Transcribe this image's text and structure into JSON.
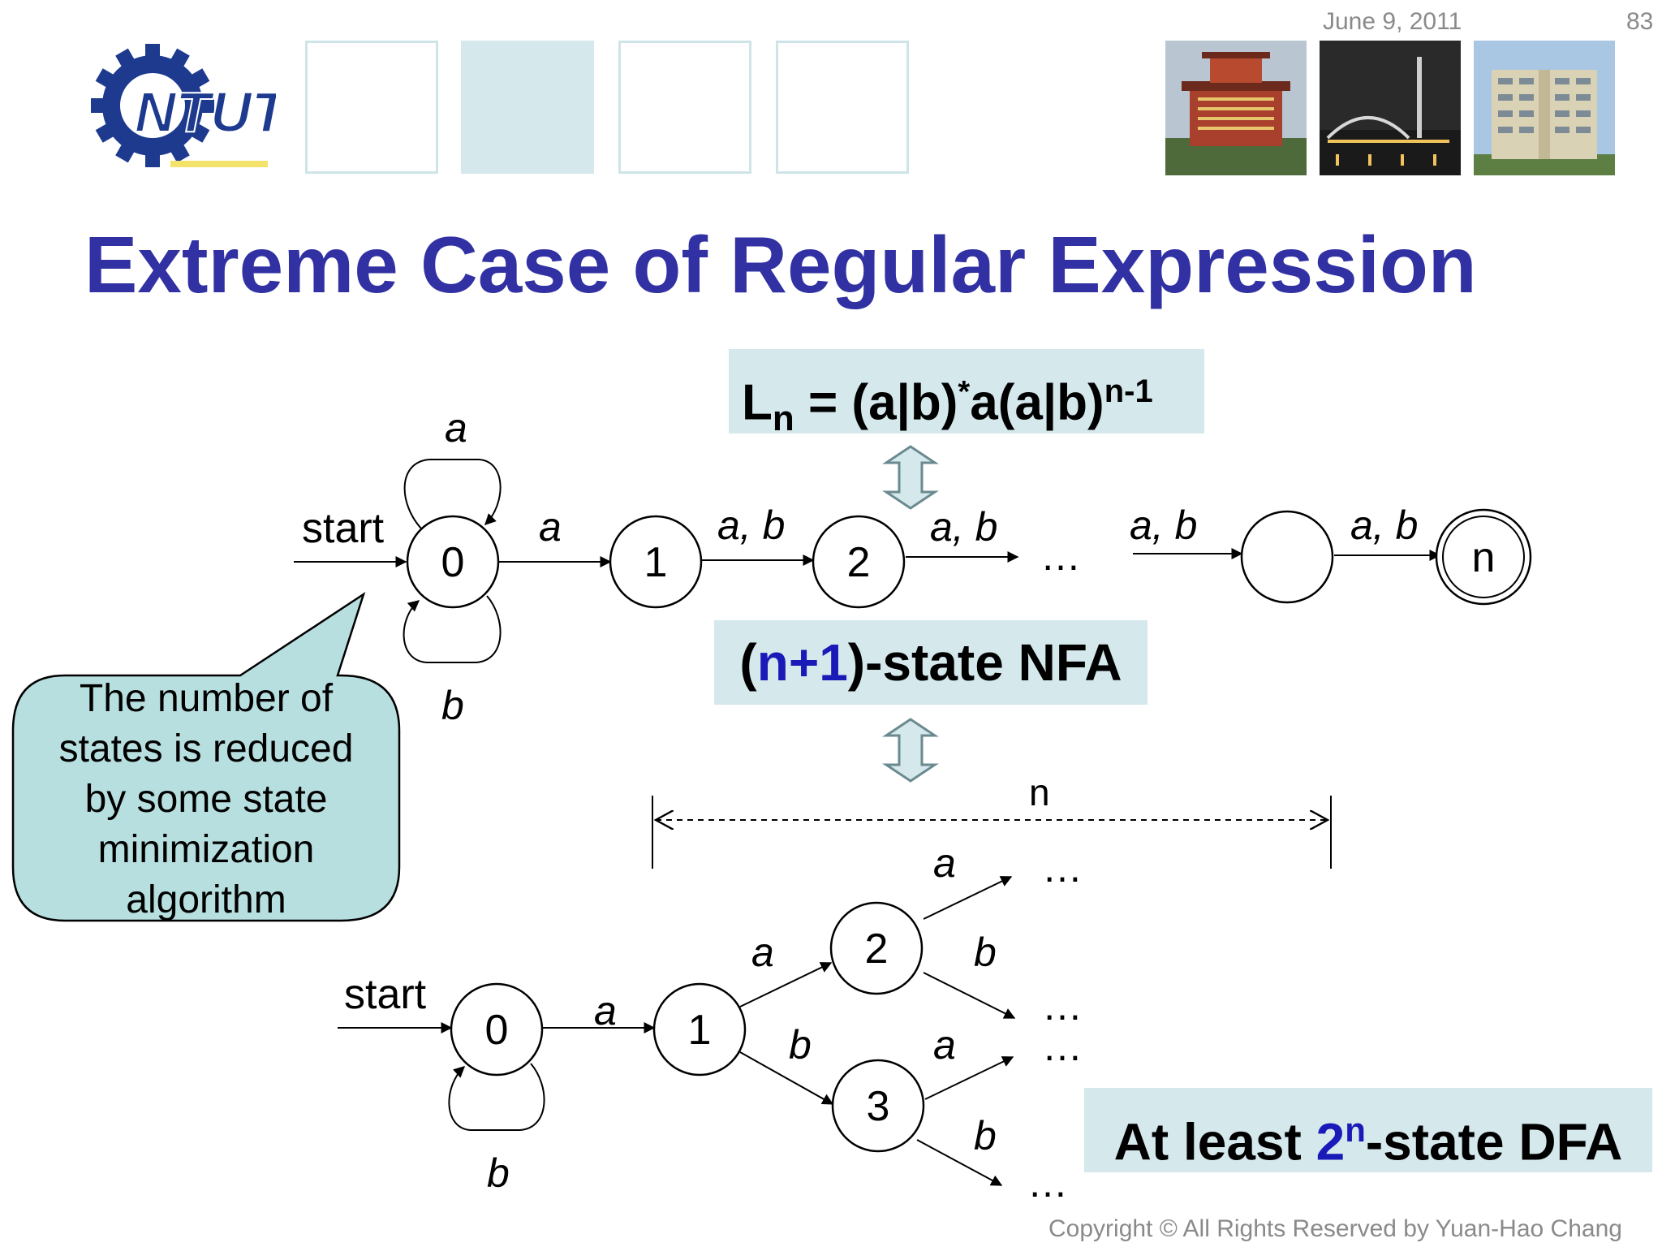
{
  "header": {
    "date": "June 9, 2011",
    "page_number": "83",
    "logo_text": "NTUT"
  },
  "title": "Extreme Case of Regular Expression",
  "formula": {
    "base": "L",
    "sub": "n",
    "eq": " = (a|b)",
    "star": "*",
    "mid": "a(a|b)",
    "exp": "n-1"
  },
  "nfa_box": {
    "open": "(",
    "n_plus_1": "n+1",
    "rest": ")-state NFA"
  },
  "dfa_box": {
    "prefix": "At least ",
    "two": "2",
    "sup": "n",
    "rest": "-state DFA"
  },
  "callout": {
    "lines": [
      "The number of",
      "states is reduced",
      "by some state",
      "minimization",
      "algorithm"
    ]
  },
  "nfa": {
    "start_label": "start",
    "states": [
      "0",
      "1",
      "2",
      "",
      "n"
    ],
    "labels": {
      "loop_top": "a",
      "loop_bottom": "b",
      "t01": "a",
      "t12": "a, b",
      "t2x": "a, b",
      "ellipsis": "…",
      "txk": "a, b",
      "tkn": "a, b"
    }
  },
  "dfa": {
    "start_label": "start",
    "states": [
      "0",
      "1",
      "2",
      "3"
    ],
    "n_label": "n",
    "labels": {
      "loop": "b",
      "t01": "a",
      "t12": "a",
      "t13": "b",
      "t2a": "a",
      "t2b": "b",
      "t3a": "a",
      "t3b": "b",
      "ellipsis": "…"
    }
  },
  "copyright": "Copyright © All Rights Reserved by Yuan-Hao Chang",
  "colors": {
    "title": "#3131a3",
    "box": "#d5e8ec",
    "callout": "#b8dfe0",
    "accent": "#1a1ab8"
  }
}
